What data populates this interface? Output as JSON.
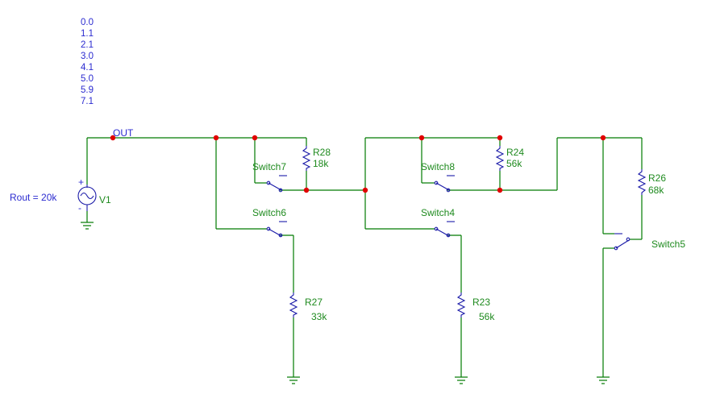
{
  "legend_values": [
    "0.0",
    "1.1",
    "2.1",
    "3.0",
    "4.1",
    "5.0",
    "5.9",
    "7.1"
  ],
  "source": {
    "rout_label": "Rout = 20k",
    "name": "V1",
    "plus": "+",
    "minus": "-"
  },
  "net_label": "OUT",
  "switches": {
    "switch4": "Switch4",
    "switch5": "Switch5",
    "switch6": "Switch6",
    "switch7": "Switch7",
    "switch8": "Switch8"
  },
  "resistors": {
    "r23": {
      "name": "R23",
      "value": "56k"
    },
    "r24": {
      "name": "R24",
      "value": "56k"
    },
    "r26": {
      "name": "R26",
      "value": "68k"
    },
    "r27": {
      "name": "R27",
      "value": "33k"
    },
    "r28": {
      "name": "R28",
      "value": "18k"
    }
  },
  "colors": {
    "wire": "#007a00",
    "component": "#1a1aa8",
    "node": "#e00000",
    "label": "#1e8a1e",
    "annotation": "#2b2bd0"
  }
}
